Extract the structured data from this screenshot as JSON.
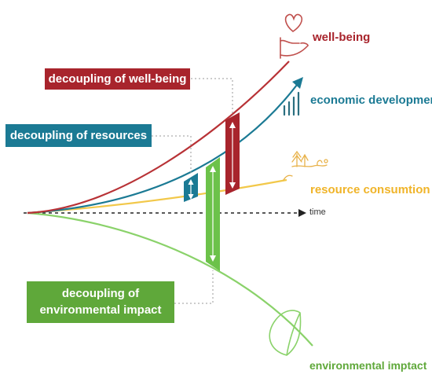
{
  "labels": {
    "well_being": "well-being",
    "economic_development": "economic development",
    "resource_consumption": "resource consumtion",
    "time": "time",
    "environmental_impact": "environmental imptact"
  },
  "boxes": {
    "decoupling_well_being": "decoupling of well-being",
    "decoupling_resources": "decoupling of resources",
    "decoupling_environmental_line1": "decoupling of",
    "decoupling_environmental_line2": "environmental impact"
  },
  "colors": {
    "well_being": "#a8242c",
    "economic": "#1b7a94",
    "resource": "#f2c84a",
    "environment": "#6cc24a",
    "environment_box": "#5fa83a",
    "axis": "#222222"
  },
  "icons": [
    "heart-in-hand-icon",
    "bar-chart-icon",
    "trees-icon",
    "leaf-icon",
    "arrow-icon"
  ]
}
